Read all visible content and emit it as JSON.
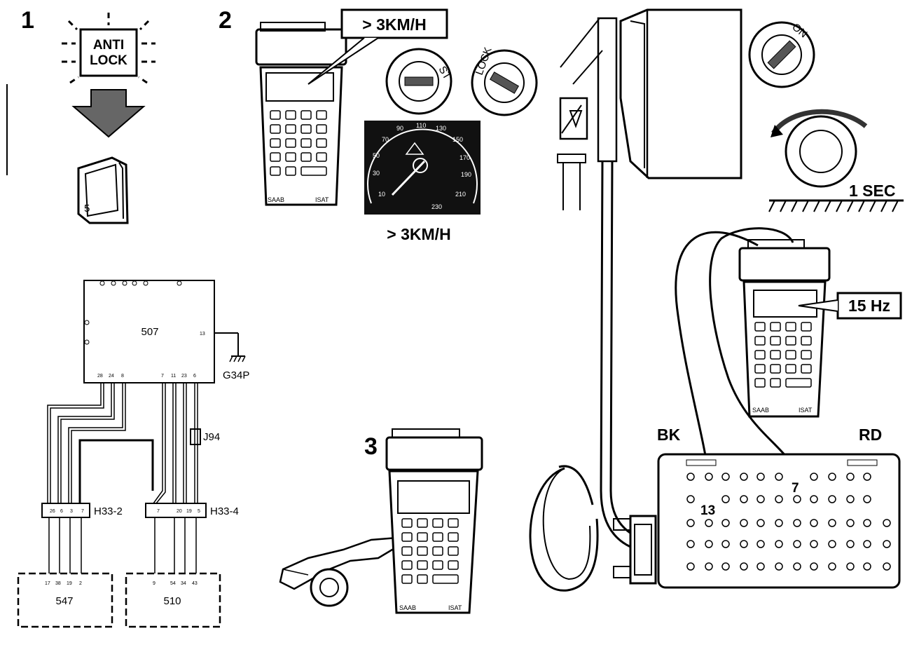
{
  "steps": {
    "s1": "1",
    "s2": "2",
    "s3": "3"
  },
  "warning_lamp": {
    "line1": "ANTI",
    "line2": "LOCK"
  },
  "manual_page_number": "5",
  "callouts": {
    "tester_speed": "> 3KM/H",
    "speedometer_speed": "> 3KM/H",
    "frequency": "15 Hz",
    "duration": "1 SEC"
  },
  "ignition_positions": {
    "start": "ST",
    "lock": "LOCK",
    "on": "ON"
  },
  "speedometer": {
    "scale": [
      "10",
      "30",
      "50",
      "70",
      "90",
      "110",
      "130",
      "150",
      "170",
      "190",
      "210",
      "230"
    ]
  },
  "tester": {
    "brand": "SAAB",
    "model": "ISAT"
  },
  "wiring": {
    "control_unit": "507",
    "ground_point": "G34P",
    "ground_pin": "13",
    "ecu_pins_left": [
      "28",
      "24",
      "8"
    ],
    "ecu_pins_right": [
      "7",
      "11",
      "23",
      "6"
    ],
    "junction": "J94",
    "connector_a": "H33-2",
    "connector_a_pins": [
      "26",
      "6",
      "3",
      "7"
    ],
    "connector_b": "H33-4",
    "connector_b_pins": [
      "7",
      "20",
      "19",
      "5"
    ],
    "unit_a": "547",
    "unit_a_pins": [
      "17",
      "38",
      "19",
      "2"
    ],
    "unit_b": "510",
    "unit_b_pins": [
      "9",
      "54",
      "34",
      "43"
    ]
  },
  "breakout_box": {
    "black_lead": "BK",
    "red_lead": "RD",
    "pin_black": "13",
    "pin_red": "7"
  }
}
